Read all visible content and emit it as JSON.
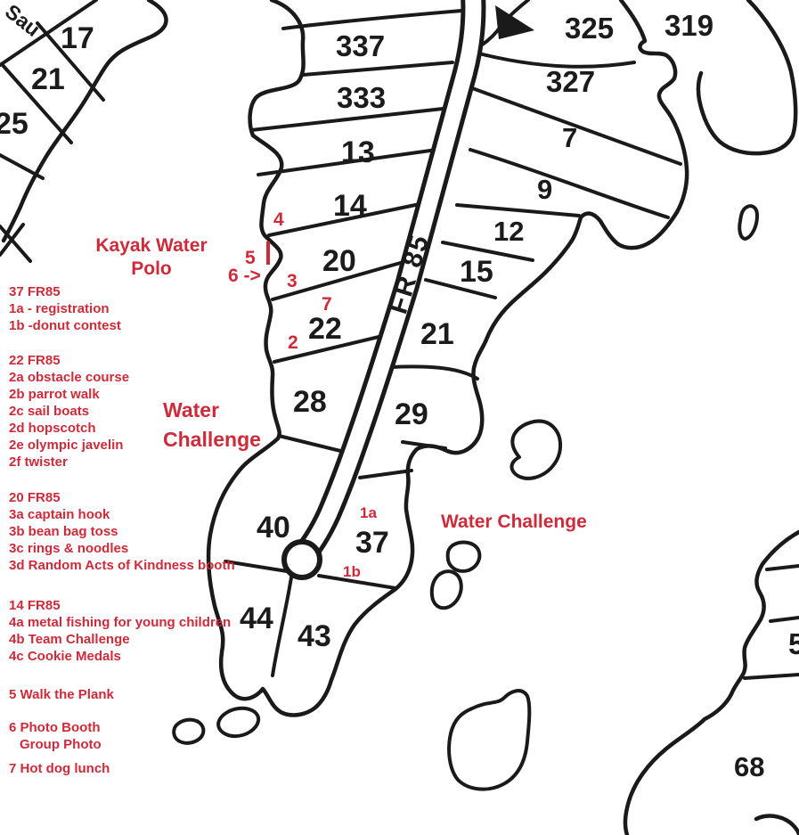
{
  "map": {
    "road_label": "FR 85",
    "edge_text": "Sau",
    "lot_labels": {
      "lot17": "17",
      "lot21": "21",
      "lot25": "25",
      "lot337": "337",
      "lot333": "333",
      "lot13": "13",
      "lot14": "14",
      "lot20": "20",
      "lot22": "22",
      "lot28": "28",
      "lot40": "40",
      "lot44": "44",
      "lot43": "43",
      "lot37": "37",
      "lot29": "29",
      "lot21e": "21",
      "lot15": "15",
      "lot12": "12",
      "lot9": "9",
      "lot7": "7",
      "lot327": "327",
      "lot325": "325",
      "lot319": "319",
      "lot68": "68",
      "lot5partial": "5"
    },
    "markers": {
      "m4": "4",
      "m5": "5",
      "m6": "6 ->",
      "m3": "3",
      "m7": "7",
      "m2": "2",
      "m1a": "1a",
      "m1b": "1b"
    },
    "area_labels": {
      "kayak_line1": "Kayak Water",
      "kayak_line2": "Polo",
      "water_challenge_left_line1": "Water",
      "water_challenge_left_line2": "Challenge",
      "water_challenge_right": "Water Challenge"
    }
  },
  "legend": {
    "groups": [
      {
        "title": "37 FR85",
        "items": [
          "1a - registration",
          "1b -donut contest"
        ]
      },
      {
        "title": "22 FR85",
        "items": [
          "2a obstacle course",
          "2b parrot walk",
          "2c sail boats",
          "2d hopscotch",
          "2e olympic javelin",
          "2f twister"
        ]
      },
      {
        "title": "20 FR85",
        "items": [
          "3a captain hook",
          "3b bean bag toss",
          "3c rings & noodles",
          "3d Random Acts of Kindness booth"
        ]
      },
      {
        "title": "14 FR85",
        "items": [
          "4a metal fishing for young children",
          "4b Team Challenge",
          "4c Cookie Medals"
        ]
      },
      {
        "title": "5 Walk the Plank",
        "items": []
      },
      {
        "title": "6 Photo Booth",
        "items": [
          "Group Photo"
        ]
      },
      {
        "title": "7 Hot dog lunch",
        "items": []
      }
    ]
  },
  "colors": {
    "annotation_red": "#cd2b3a",
    "map_ink": "#1a1a1a",
    "background": "#ffffff"
  }
}
